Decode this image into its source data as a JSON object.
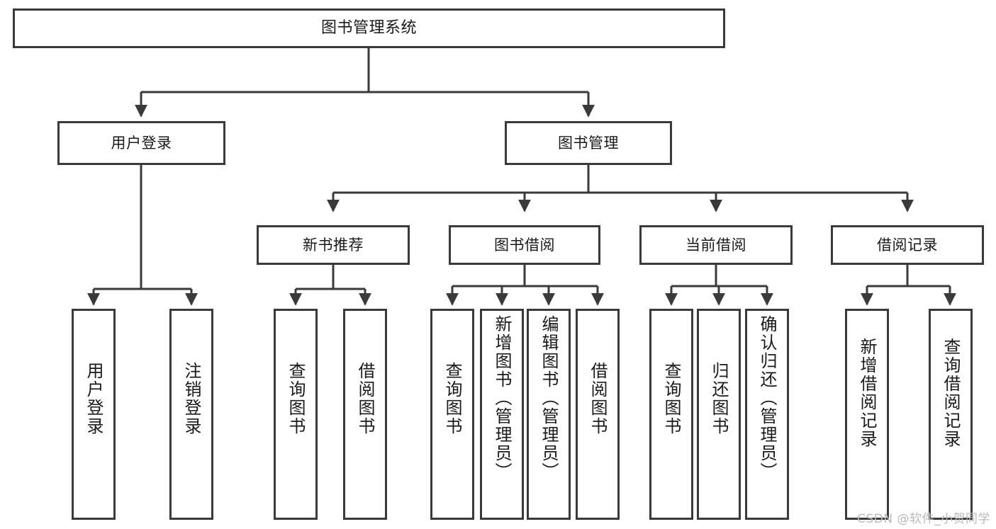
{
  "diagram": {
    "title": "图书管理系统",
    "watermark": "CSDN @软件_小贺同学",
    "colors": {
      "stroke": "#3a3a3a",
      "fill": "#ffffff",
      "text": "#1a1a1a",
      "watermark": "#b9b9b9"
    },
    "levels": {
      "root": {
        "label": "图书管理系统"
      },
      "level2": [
        {
          "id": "user-login",
          "label": "用户登录"
        },
        {
          "id": "book-management",
          "label": "图书管理"
        }
      ],
      "level3": [
        {
          "id": "new-book-recommend",
          "label": "新书推荐"
        },
        {
          "id": "book-borrow",
          "label": "图书借阅"
        },
        {
          "id": "current-borrow",
          "label": "当前借阅"
        },
        {
          "id": "borrow-record",
          "label": "借阅记录"
        }
      ],
      "leaves": [
        {
          "id": "leaf-user-login",
          "label": "用户登录",
          "parent": "user-login"
        },
        {
          "id": "leaf-user-logout",
          "label": "注销登录",
          "parent": "user-login"
        },
        {
          "id": "leaf-query-book-1",
          "label": "查询图书",
          "parent": "new-book-recommend"
        },
        {
          "id": "leaf-borrow-book-1",
          "label": "借阅图书",
          "parent": "new-book-recommend"
        },
        {
          "id": "leaf-query-book-2",
          "label": "查询图书",
          "parent": "book-borrow"
        },
        {
          "id": "leaf-add-book",
          "label": "新增图书（管理员）",
          "parent": "book-borrow"
        },
        {
          "id": "leaf-edit-book",
          "label": "编辑图书（管理员）",
          "parent": "book-borrow"
        },
        {
          "id": "leaf-borrow-book-2",
          "label": "借阅图书",
          "parent": "book-borrow"
        },
        {
          "id": "leaf-query-book-3",
          "label": "查询图书",
          "parent": "current-borrow"
        },
        {
          "id": "leaf-return-book",
          "label": "归还图书",
          "parent": "current-borrow"
        },
        {
          "id": "leaf-confirm-return",
          "label": "确认归还（管理员）",
          "parent": "current-borrow"
        },
        {
          "id": "leaf-add-borrow-record",
          "label": "新增借阅记录",
          "parent": "borrow-record"
        },
        {
          "id": "leaf-query-borrow-record",
          "label": "查询借阅记录",
          "parent": "borrow-record"
        }
      ]
    }
  }
}
